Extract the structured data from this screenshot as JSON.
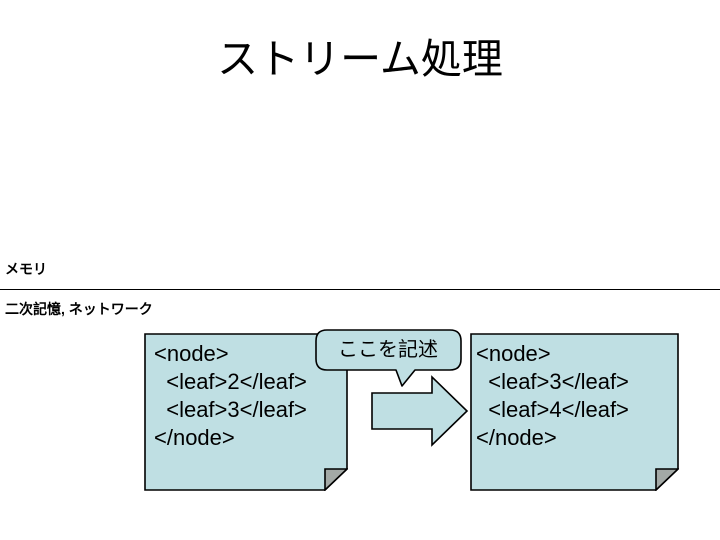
{
  "slide": {
    "title": "ストリーム処理",
    "background_color": "#ffffff"
  },
  "bands": {
    "memory_label": "メモリ",
    "storage_label": "二次記憶, ネットワーク",
    "divider": "horizontal-rule"
  },
  "documents": [
    {
      "name": "input-document",
      "lines": "<node>\n  <leaf>2</leaf>\n  <leaf>3</leaf>\n</node>",
      "fill_color": "#bfdfe3",
      "stroke_color": "#000000",
      "fold_color": "#a3a9a6"
    },
    {
      "name": "output-document",
      "lines": "<node>\n  <leaf>3</leaf>\n  <leaf>4</leaf>\n</node>",
      "fill_color": "#bfdfe3",
      "stroke_color": "#000000",
      "fold_color": "#a3a9a6"
    }
  ],
  "arrow": {
    "direction": "right",
    "fill_color": "#bfdfe3",
    "stroke_color": "#000000"
  },
  "callout": {
    "text": "ここを記述",
    "fill_color": "#bfdfe3",
    "stroke_color": "#000000",
    "tail": "down-left"
  }
}
